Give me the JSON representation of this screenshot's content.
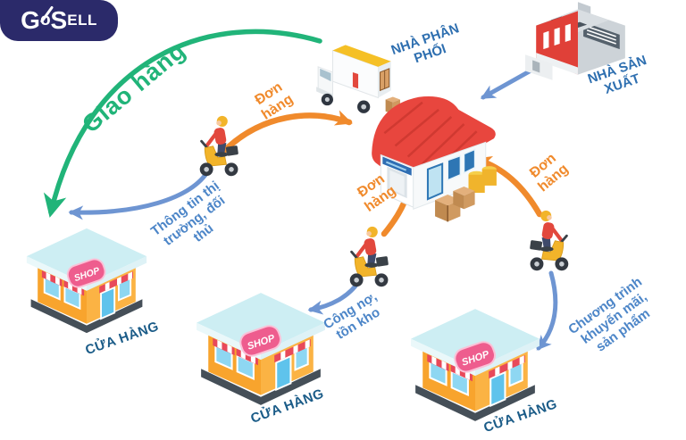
{
  "logo": {
    "parts": [
      "G",
      "o",
      "S",
      "ELL"
    ]
  },
  "nodes": {
    "distributor": {
      "label": "NHÀ PHÂN PHỐI"
    },
    "manufacturer": {
      "label": "NHÀ SẢN XUẤT"
    },
    "stores": [
      {
        "label": "CỬA HÀNG",
        "sign": "SHOP"
      },
      {
        "label": "CỬA HÀNG",
        "sign": "SHOP"
      },
      {
        "label": "CỬA HÀNG",
        "sign": "SHOP"
      }
    ]
  },
  "flows": {
    "delivery": {
      "label": "Giao hàng"
    },
    "supply": {
      "from": "NHÀ SẢN XUẤT",
      "to": "NHÀ PHÂN PHỐI"
    },
    "orders": [
      {
        "label": "Đơn hàng"
      },
      {
        "label": "Đơn hàng"
      },
      {
        "label": "Đơn hàng"
      }
    ],
    "feedback": [
      {
        "label": "Thông tin thị trường, đối thủ"
      },
      {
        "label": "Công nợ, tồn kho"
      },
      {
        "label": "Chương trình khuyến mãi, sản phẩm"
      }
    ]
  },
  "colors": {
    "brand_navy": "#2b2a6a",
    "delivery_green": "#21b479",
    "order_orange": "#f08a2c",
    "arrow_blue": "#6e95d2",
    "feedback_label_blue": "#4d86c8",
    "node_label_blue": "#2e6fb0",
    "store_label_blue": "#1b5c88",
    "roof_red": "#e8463e",
    "store_yellow": "#f8a42d"
  }
}
